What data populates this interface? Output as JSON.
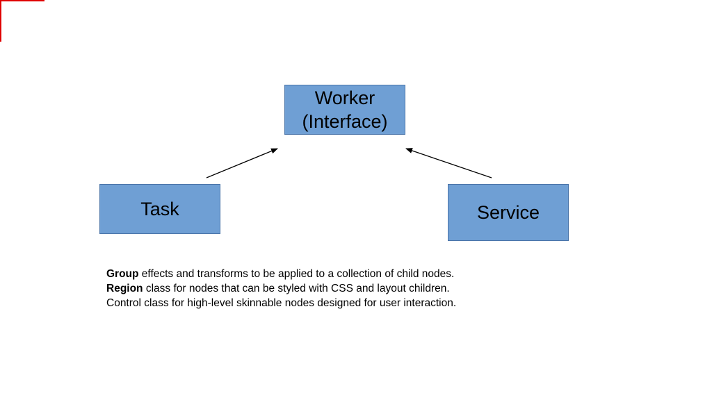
{
  "diagram": {
    "nodes": {
      "worker": {
        "line1": "Worker",
        "line2": "(Interface)"
      },
      "task": {
        "label": "Task"
      },
      "service": {
        "label": "Service"
      }
    },
    "edges": [
      {
        "from": "Task",
        "to": "Worker"
      },
      {
        "from": "Service",
        "to": "Worker"
      }
    ],
    "colors": {
      "node_fill": "#6f9fd4",
      "node_border": "#4a74a8",
      "corner_accent": "#e00000"
    }
  },
  "caption": {
    "lines": [
      {
        "term": "Group",
        "text": " effects and transforms to be applied to a collection of child nodes."
      },
      {
        "term": "Region",
        "text": " class for nodes that can be styled with CSS and layout children."
      },
      {
        "term": "",
        "text": "Control class for high-level skinnable nodes designed for user interaction."
      }
    ]
  }
}
